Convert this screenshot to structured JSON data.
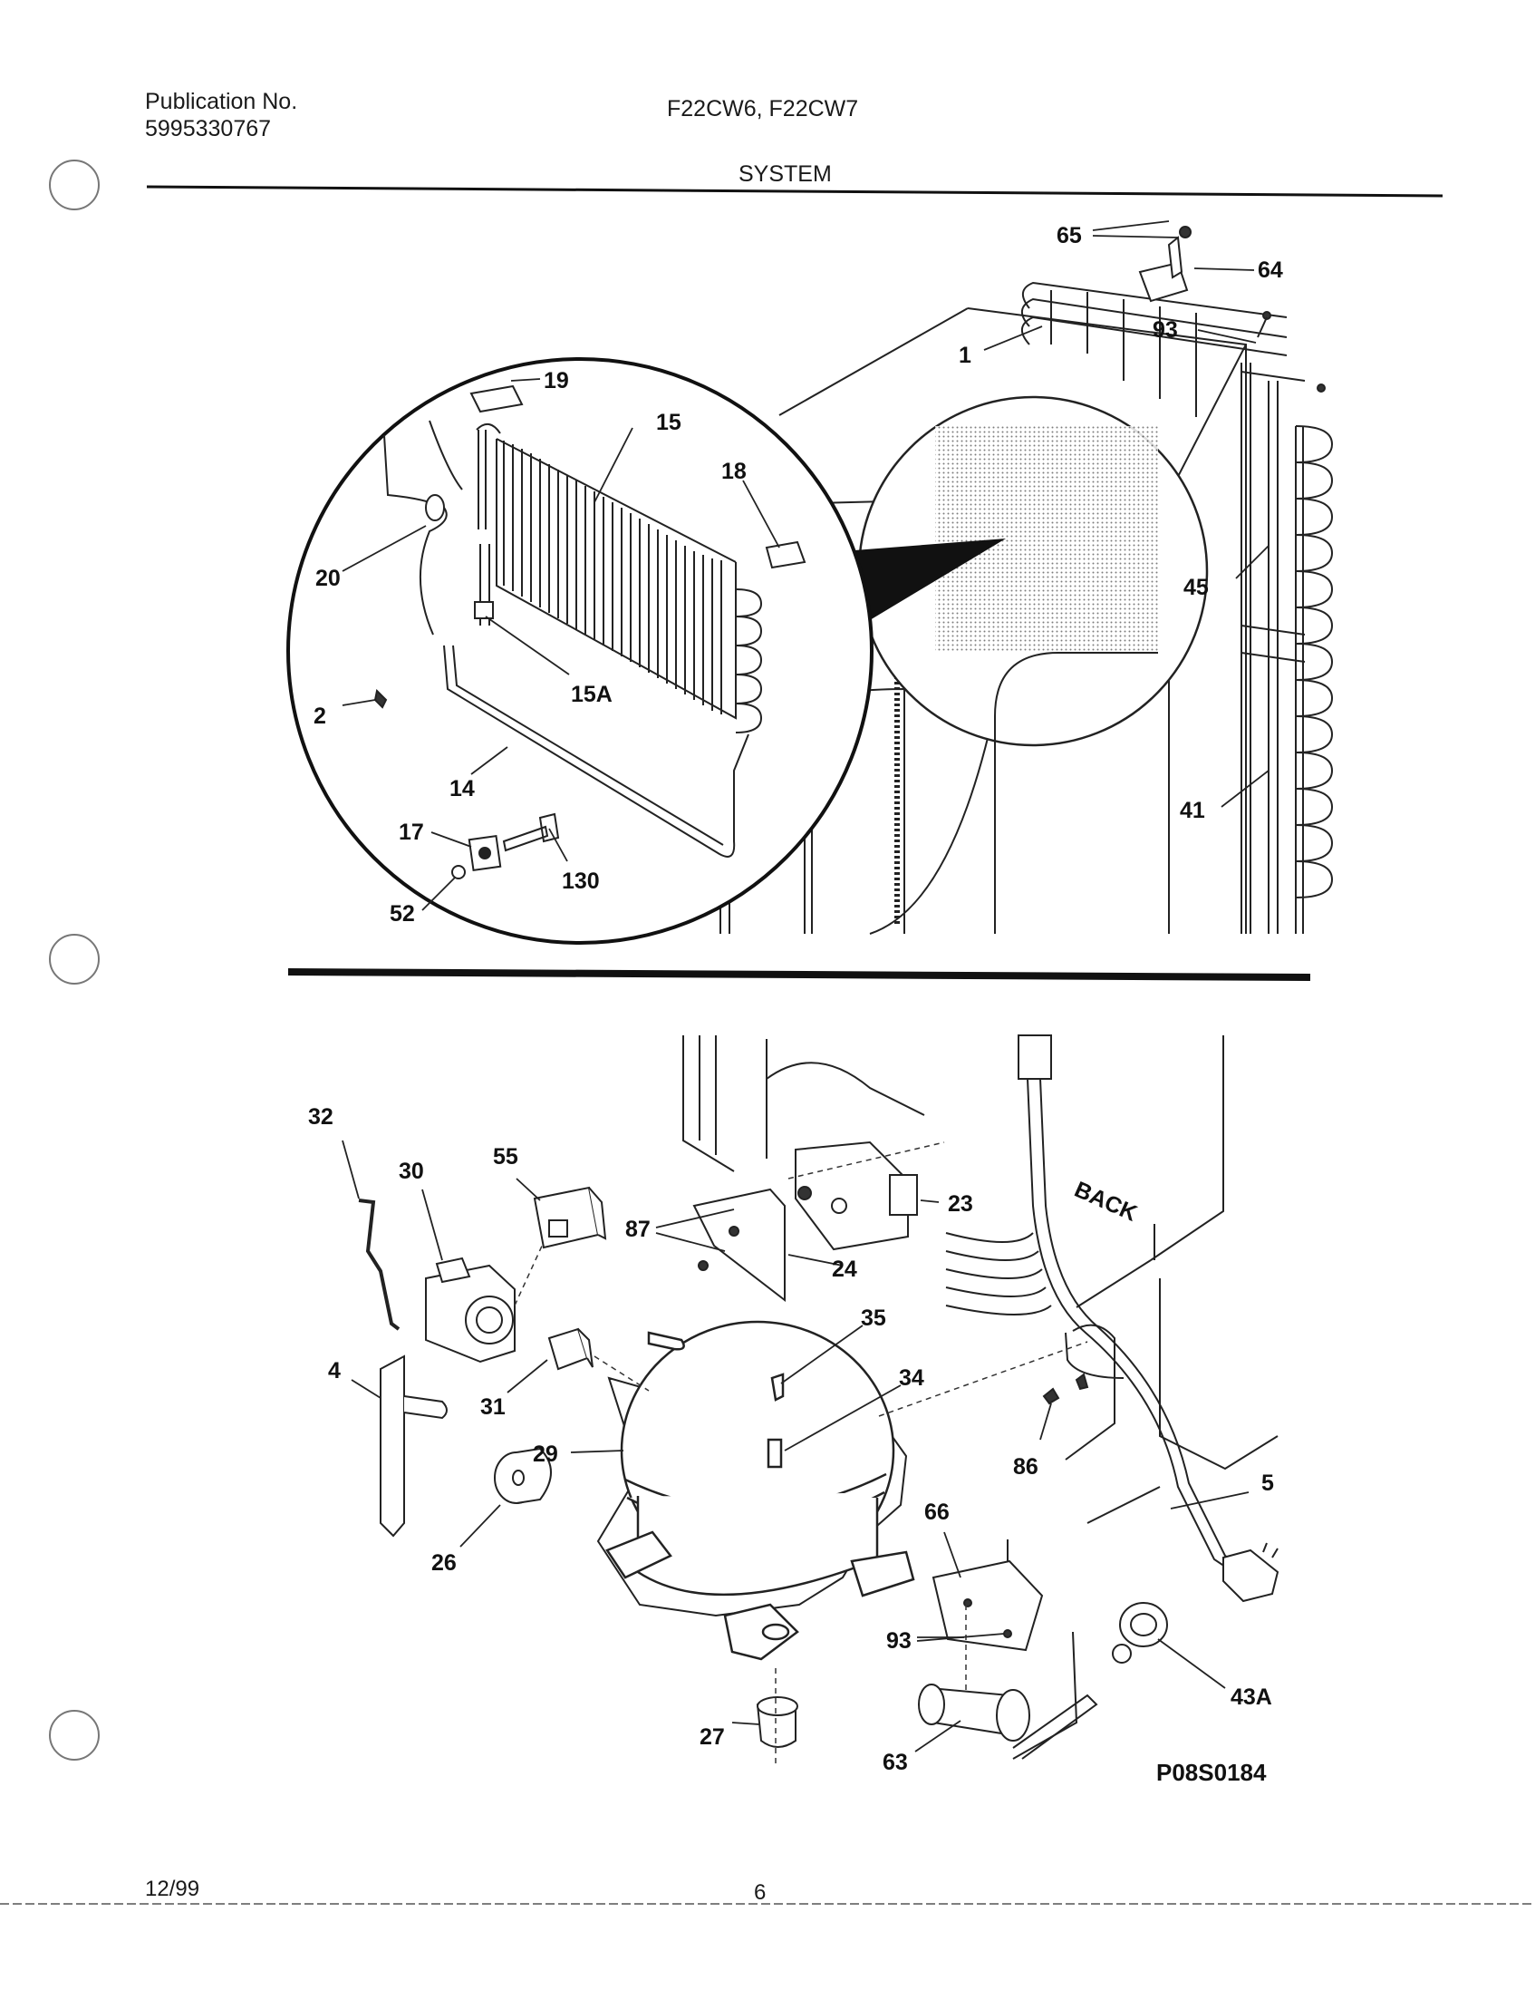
{
  "header": {
    "publication_label": "Publication No.",
    "publication_number": "5995330767",
    "models": "F22CW6, F22CW7",
    "section_title": "SYSTEM"
  },
  "diagram": {
    "drawing_code": "P08S0184",
    "part_labels": [
      "65",
      "64",
      "93",
      "1",
      "45",
      "41",
      "19",
      "15",
      "18",
      "20",
      "15A",
      "2",
      "14",
      "17",
      "130",
      "52",
      "32",
      "30",
      "55",
      "87",
      "23",
      "24",
      "35",
      "34",
      "86",
      "4",
      "31",
      "29",
      "26",
      "66",
      "93",
      "43A",
      "27",
      "63",
      "5"
    ],
    "orientation_label": "BACK"
  },
  "footer": {
    "date": "12/99",
    "page_number": "6"
  }
}
